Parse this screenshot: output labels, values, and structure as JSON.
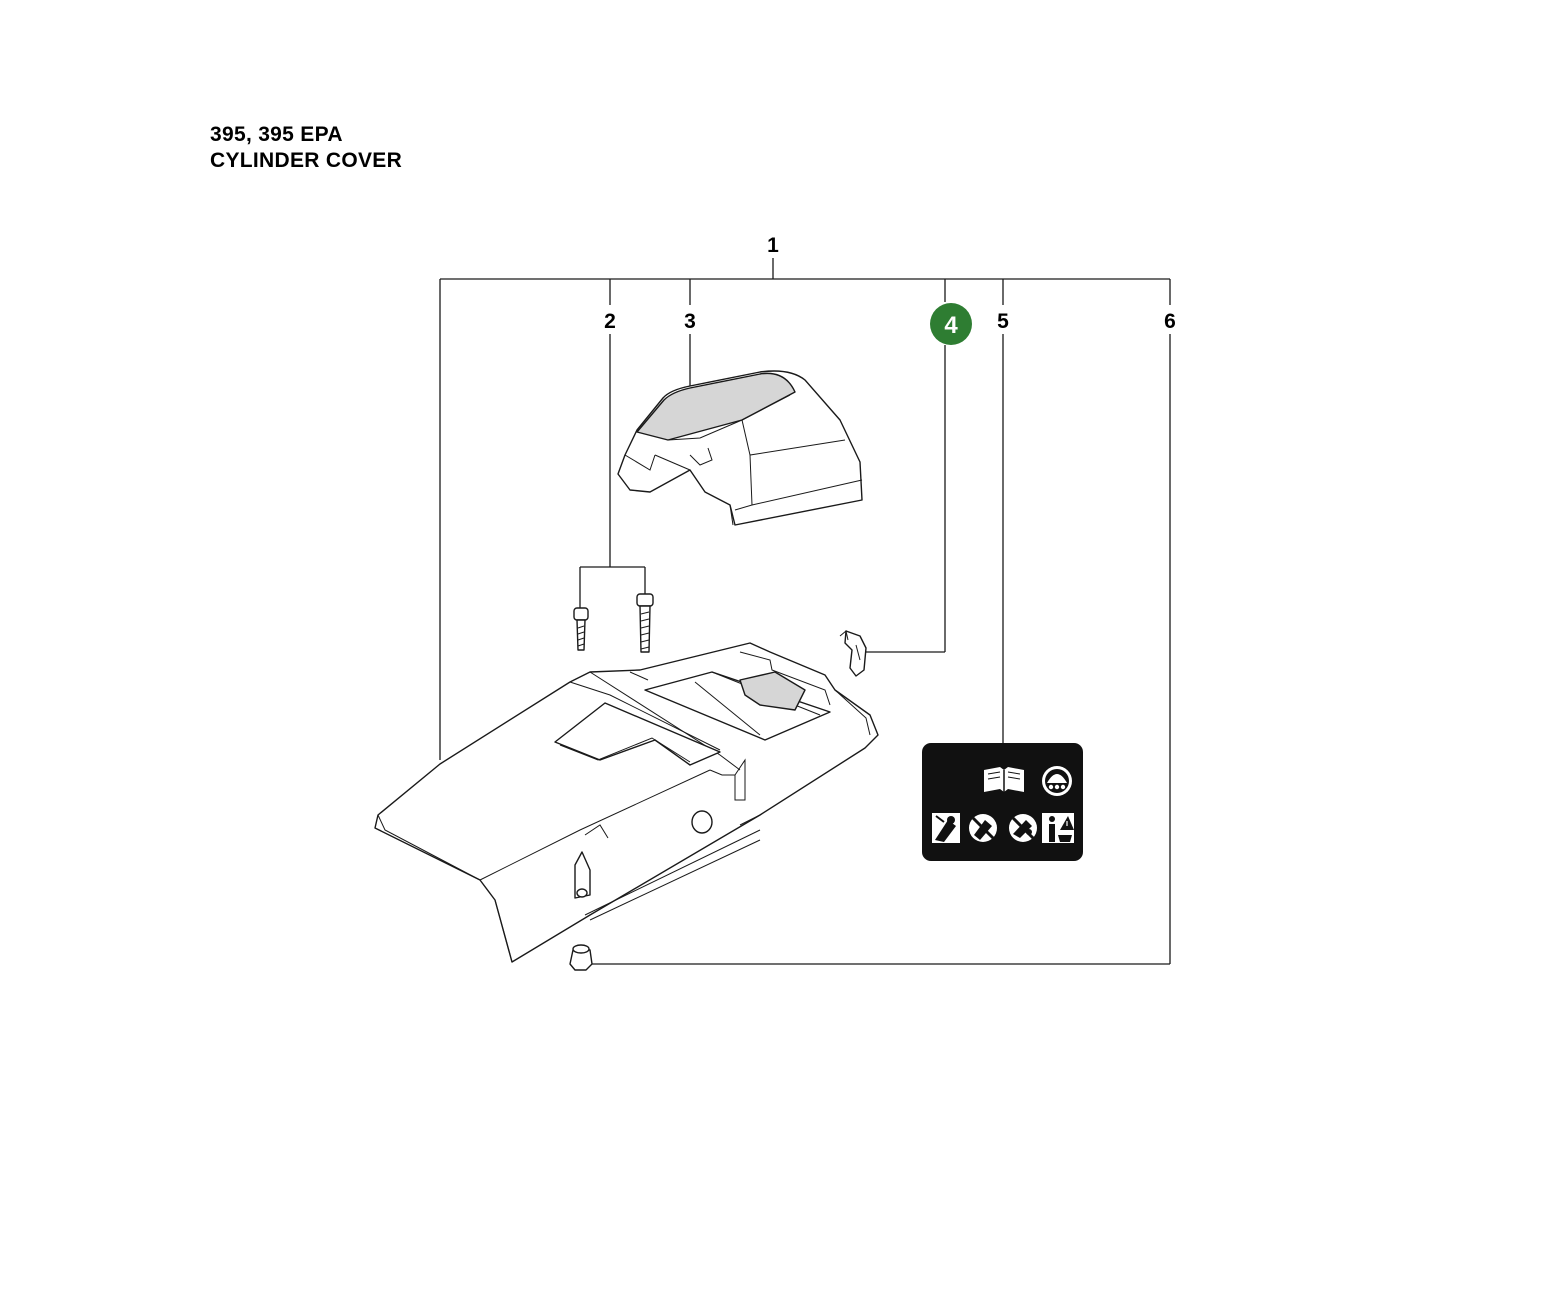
{
  "header": {
    "model": "395, 395 EPA",
    "section": "CYLINDER COVER"
  },
  "callouts": {
    "item_1": "1",
    "item_2": "2",
    "item_3": "3",
    "item_4": "4",
    "item_5": "5",
    "item_6": "6"
  },
  "colors": {
    "highlight": "#2e7d32",
    "decal_bg": "#111111",
    "line": "#1a1a1a"
  },
  "decal_icons": [
    "manual-book-icon",
    "helmet-icon",
    "saw-kickback-icon",
    "no-one-hand-icon",
    "no-tip-contact-icon",
    "warning-person-icon"
  ]
}
